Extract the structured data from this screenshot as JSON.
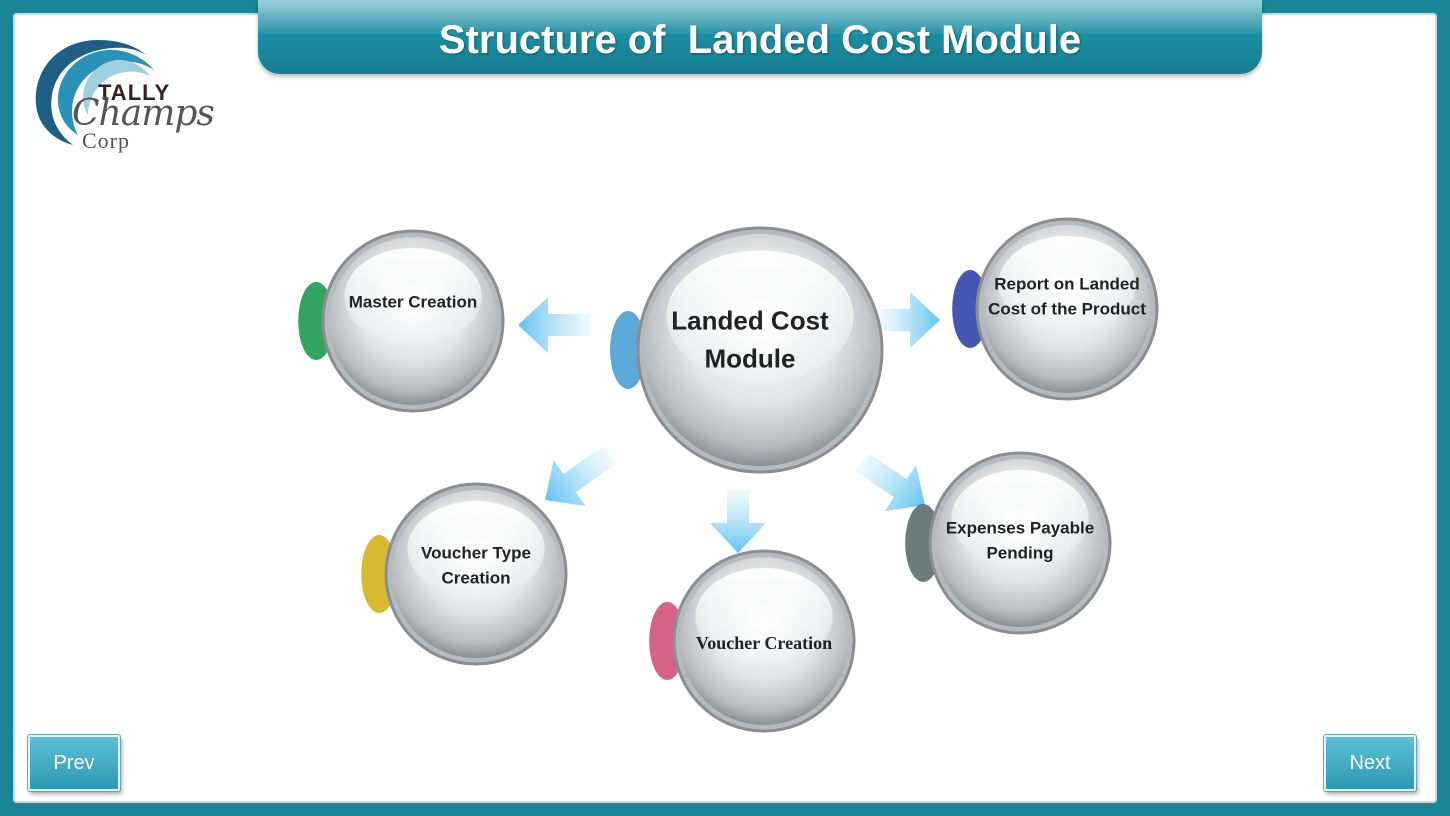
{
  "header": {
    "title": "Structure of  Landed Cost Module"
  },
  "logo": {
    "line1": "TALLY",
    "line2": "Champs",
    "line3": "Corp"
  },
  "diagram": {
    "center": {
      "label": "Landed Cost Module",
      "cap_color": "#4a9fd5"
    },
    "nodes": [
      {
        "id": "master-creation",
        "label": "Master Creation",
        "cap_color": "#1e9a52"
      },
      {
        "id": "report-landed-cost",
        "label": "Report on Landed Cost of the Product",
        "cap_color": "#3344aa"
      },
      {
        "id": "voucher-type-creation",
        "label": "Voucher Type Creation",
        "cap_color": "#d4b21c"
      },
      {
        "id": "voucher-creation",
        "label": "Voucher Creation",
        "cap_color": "#d4517a"
      },
      {
        "id": "expenses-payable-pending",
        "label": "Expenses Payable Pending",
        "cap_color": "#5a6e6e"
      }
    ]
  },
  "nav": {
    "prev_label": "Prev",
    "next_label": "Next"
  },
  "colors": {
    "brand": "#1a8597",
    "arrow": "#8fd3f5"
  }
}
